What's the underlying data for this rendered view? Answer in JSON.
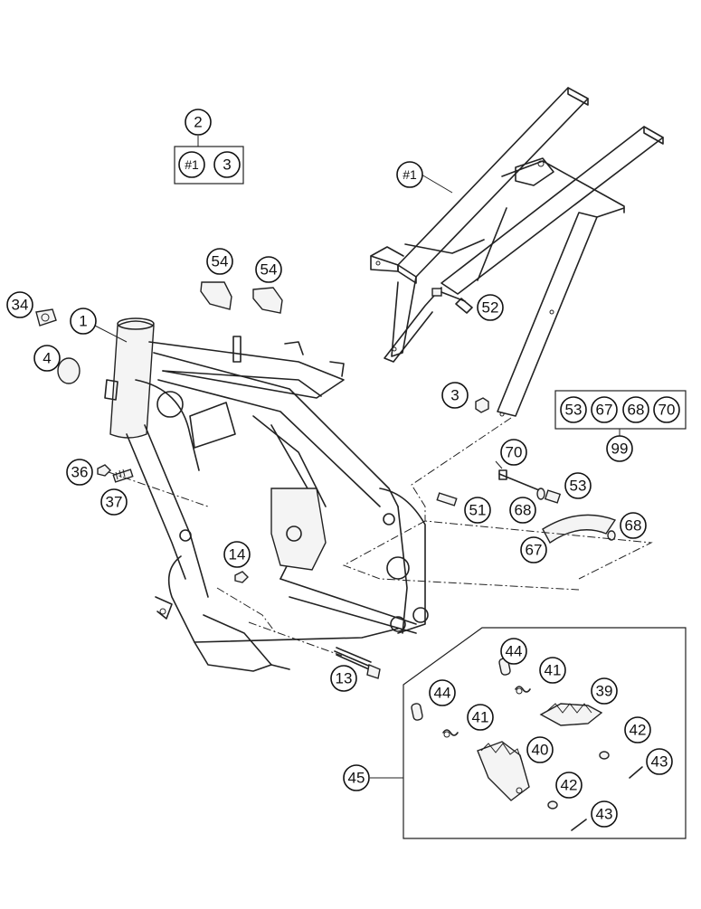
{
  "callouts": [
    {
      "label": "2"
    },
    {
      "label": "#1"
    },
    {
      "label": "3"
    },
    {
      "label": "#1"
    },
    {
      "label": "54"
    },
    {
      "label": "54"
    },
    {
      "label": "52"
    },
    {
      "label": "34"
    },
    {
      "label": "1"
    },
    {
      "label": "4"
    },
    {
      "label": "3"
    },
    {
      "label": "53"
    },
    {
      "label": "67"
    },
    {
      "label": "68"
    },
    {
      "label": "70"
    },
    {
      "label": "99"
    },
    {
      "label": "70"
    },
    {
      "label": "36"
    },
    {
      "label": "37"
    },
    {
      "label": "53"
    },
    {
      "label": "68"
    },
    {
      "label": "51"
    },
    {
      "label": "68"
    },
    {
      "label": "67"
    },
    {
      "label": "14"
    },
    {
      "label": "13"
    },
    {
      "label": "44"
    },
    {
      "label": "41"
    },
    {
      "label": "39"
    },
    {
      "label": "44"
    },
    {
      "label": "41"
    },
    {
      "label": "42"
    },
    {
      "label": "40"
    },
    {
      "label": "43"
    },
    {
      "label": "45"
    },
    {
      "label": "42"
    },
    {
      "label": "43"
    }
  ]
}
